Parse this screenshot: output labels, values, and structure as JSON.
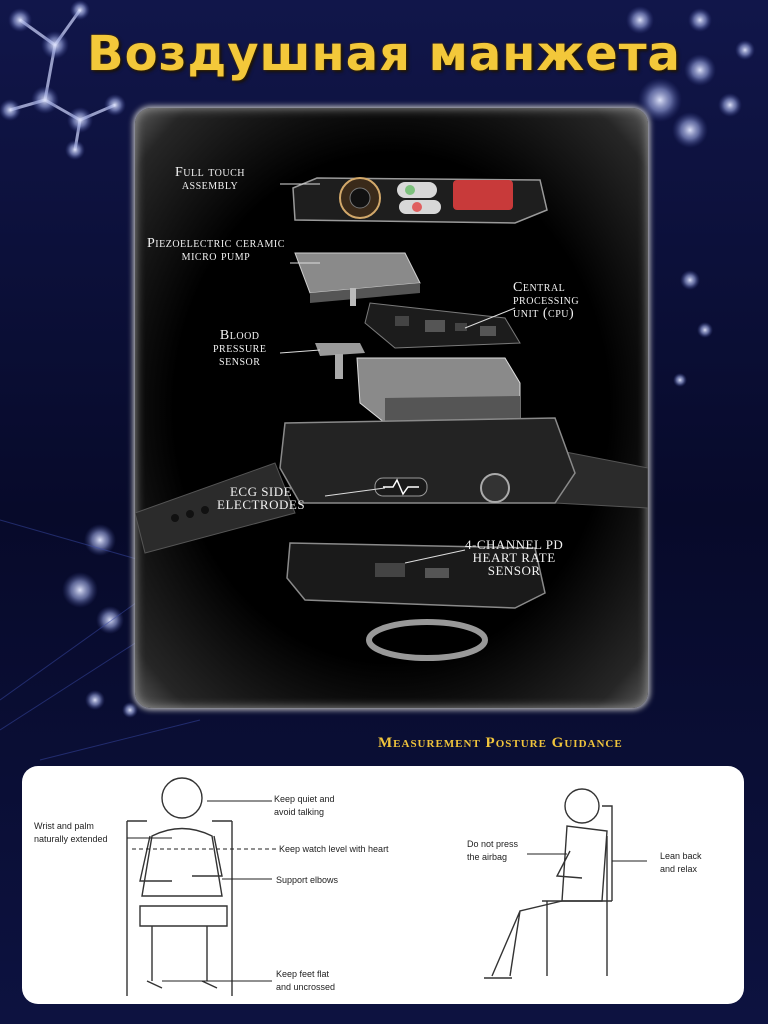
{
  "title": "Воздушная манжета",
  "components": {
    "full_touch": [
      "Full touch",
      "assembly"
    ],
    "pump": [
      "Piezoelectric ceramic",
      "micro pump"
    ],
    "cpu": [
      "Central",
      "processing",
      "unit (cpu)"
    ],
    "bp_sensor": [
      "Blood",
      "pressure",
      "sensor"
    ],
    "ecg": [
      "ECG SIDE",
      "ELECTRODES"
    ],
    "heart_rate": [
      "4-CHANNEL PD",
      "HEART RATE",
      "SENSOR"
    ]
  },
  "posture": {
    "title": "Measurement Posture Guidance",
    "quiet": [
      "Keep quiet and",
      "avoid talking"
    ],
    "wrist": [
      "Wrist and palm",
      "naturally extended"
    ],
    "level": "Keep watch level with heart",
    "elbows": "Support elbows",
    "feet": [
      "Keep feet flat",
      "and uncrossed"
    ],
    "airbag": [
      "Do not press",
      "the airbag"
    ],
    "lean": [
      "Lean back",
      "and relax"
    ]
  },
  "colors": {
    "title": "#f3c83a",
    "background": "#0a0d2e",
    "panel": "#000000"
  }
}
